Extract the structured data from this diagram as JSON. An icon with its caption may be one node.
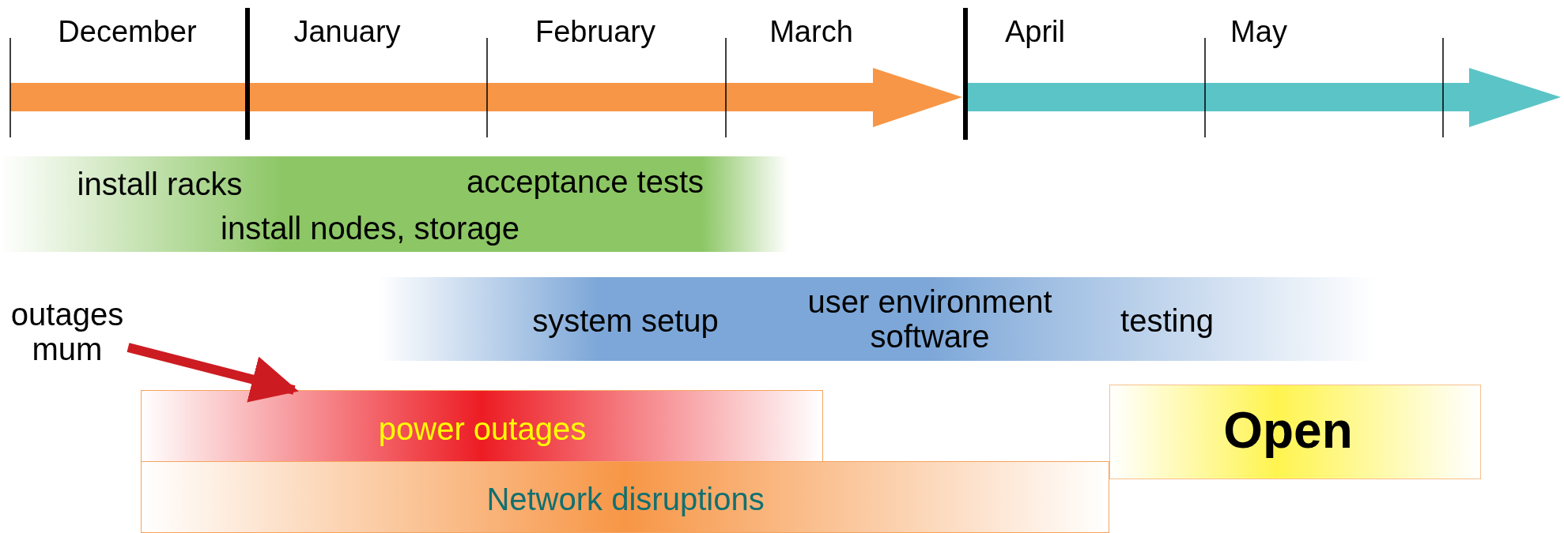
{
  "diagram": {
    "nodes": [
      {
        "text": [
          "install racks",
          "acceptance tests",
          "install nodes, storage"
        ]
      },
      {
        "text": [
          "system setup",
          "user environment software",
          "testing"
        ]
      },
      {
        "text": [
          "outages mum"
        ]
      },
      {
        "text": [
          "power outages"
        ]
      },
      {
        "text": [
          "Network disruptions"
        ]
      },
      {
        "text": [
          "Open"
        ]
      }
    ],
    "edges": [
      {
        "from": 2,
        "to": 3,
        "arrow": "to",
        "color": "#cc1c22"
      }
    ],
    "labels": [
      "December",
      "January",
      "February",
      "March",
      "April",
      "May"
    ]
  }
}
